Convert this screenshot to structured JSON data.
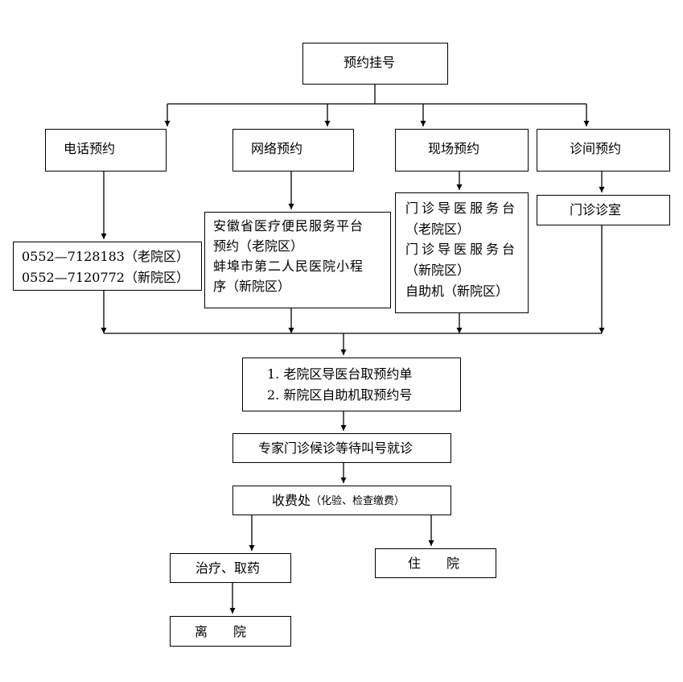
{
  "root": "预约挂号",
  "channels": {
    "phone": "电话预约",
    "online": "网络预约",
    "onsite": "现场预约",
    "clinic": "诊间预约"
  },
  "phone_details": [
    "0552—7128183（老院区）",
    "0552—7120772（新院区）"
  ],
  "online_details": [
    "安徽省医疗便民服务平台",
    "预约（老院区）",
    "蚌埠市第二人民医院小程",
    "序（新院区）"
  ],
  "onsite_details": [
    "门诊导医服务台",
    "（老院区）",
    "门诊导医服务台",
    "（新院区）",
    "自助机（新院区）"
  ],
  "clinic_detail": "门诊诊室",
  "pickup": [
    "1. 老院区导医台取预约单",
    "2. 新院区自助机取预约号"
  ],
  "waiting": "专家门诊候诊等待叫号就诊",
  "payment": {
    "main": "收费处",
    "note": "（化验、检查缴费）"
  },
  "treatment": "治疗、取药",
  "hospitalization": "住　　院",
  "discharge": "离　　院"
}
